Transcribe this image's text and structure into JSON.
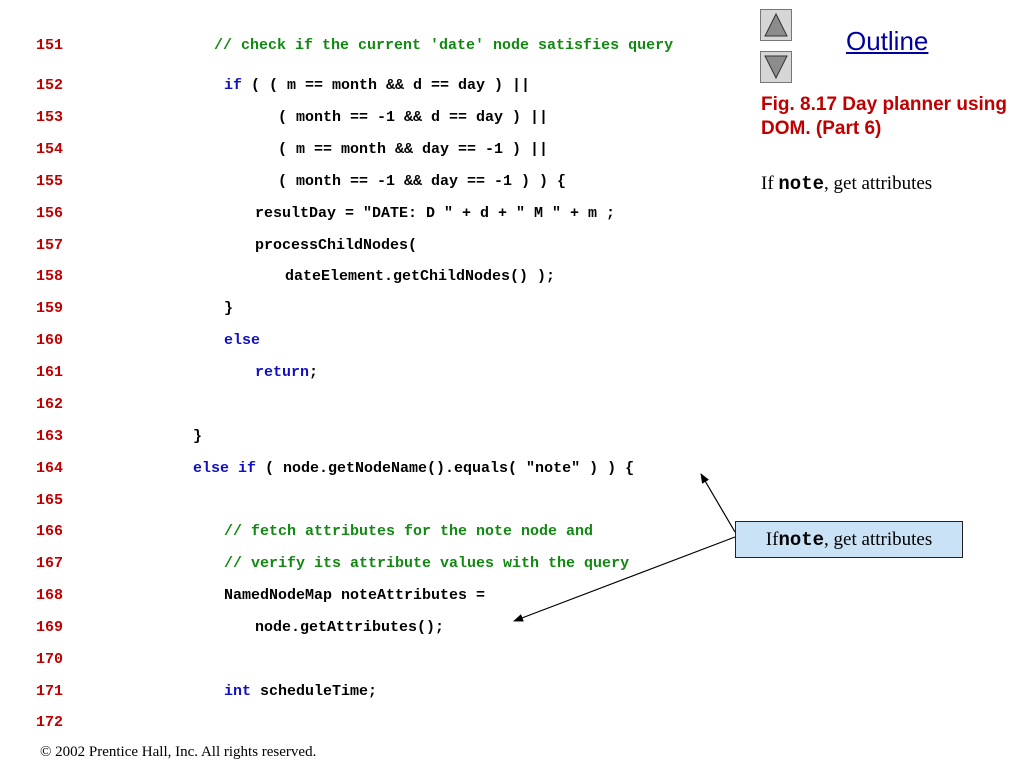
{
  "nav": {
    "outline_label": "Outline"
  },
  "figure": {
    "title": "Fig. 8.17  Day planner using DOM. (Part 6)"
  },
  "side_note": {
    "prefix": "If ",
    "code": "note",
    "suffix": ", get attributes"
  },
  "callout": {
    "prefix": "If ",
    "code": "note",
    "suffix": ", get attributes"
  },
  "footer": {
    "copyright": "© 2002 Prentice Hall, Inc.  All rights reserved."
  },
  "code_lines": [
    {
      "num": "151",
      "parts": [
        {
          "t": "// check if the current 'date' node satisfies query",
          "s": "cm"
        }
      ]
    },
    {
      "num": "152",
      "parts": [
        {
          "t": "if",
          "s": "kw"
        },
        {
          "t": " ( ( m == month && d == day ) ||",
          "s": ""
        }
      ]
    },
    {
      "num": "153",
      "parts": [
        {
          "t": "( month == -1 && d == day ) ||",
          "s": ""
        }
      ]
    },
    {
      "num": "154",
      "parts": [
        {
          "t": "( m == month && day == -1 ) ||",
          "s": ""
        }
      ]
    },
    {
      "num": "155",
      "parts": [
        {
          "t": "( month == -1 && day == -1 ) ) {",
          "s": ""
        }
      ]
    },
    {
      "num": "156",
      "parts": [
        {
          "t": "resultDay = \"DATE: D \" + d + \" M \" + m ;",
          "s": ""
        }
      ]
    },
    {
      "num": "157",
      "parts": [
        {
          "t": "processChildNodes(",
          "s": ""
        }
      ]
    },
    {
      "num": "158",
      "parts": [
        {
          "t": "dateElement.getChildNodes() );",
          "s": ""
        }
      ]
    },
    {
      "num": "159",
      "parts": [
        {
          "t": "}",
          "s": ""
        }
      ]
    },
    {
      "num": "160",
      "parts": [
        {
          "t": "else",
          "s": "kw"
        }
      ]
    },
    {
      "num": "161",
      "parts": [
        {
          "t": "return",
          "s": "kw"
        },
        {
          "t": ";",
          "s": ""
        }
      ]
    },
    {
      "num": "162",
      "parts": []
    },
    {
      "num": "163",
      "parts": [
        {
          "t": "}",
          "s": ""
        }
      ]
    },
    {
      "num": "164",
      "parts": [
        {
          "t": "else if",
          "s": "kw"
        },
        {
          "t": " ( node.getNodeName().equals( \"note\" ) ) {",
          "s": ""
        }
      ]
    },
    {
      "num": "165",
      "parts": []
    },
    {
      "num": "166",
      "parts": [
        {
          "t": "// fetch attributes for the note node and",
          "s": "cm"
        }
      ]
    },
    {
      "num": "167",
      "parts": [
        {
          "t": "// verify its attribute values with the query",
          "s": "cm"
        }
      ]
    },
    {
      "num": "168",
      "parts": [
        {
          "t": "NamedNodeMap noteAttributes =",
          "s": ""
        }
      ]
    },
    {
      "num": "169",
      "parts": [
        {
          "t": "node.getAttributes();",
          "s": ""
        }
      ]
    },
    {
      "num": "170",
      "parts": []
    },
    {
      "num": "171",
      "parts": [
        {
          "t": "int",
          "s": "kw"
        },
        {
          "t": " scheduleTime;",
          "s": ""
        }
      ]
    },
    {
      "num": "172",
      "parts": []
    }
  ]
}
